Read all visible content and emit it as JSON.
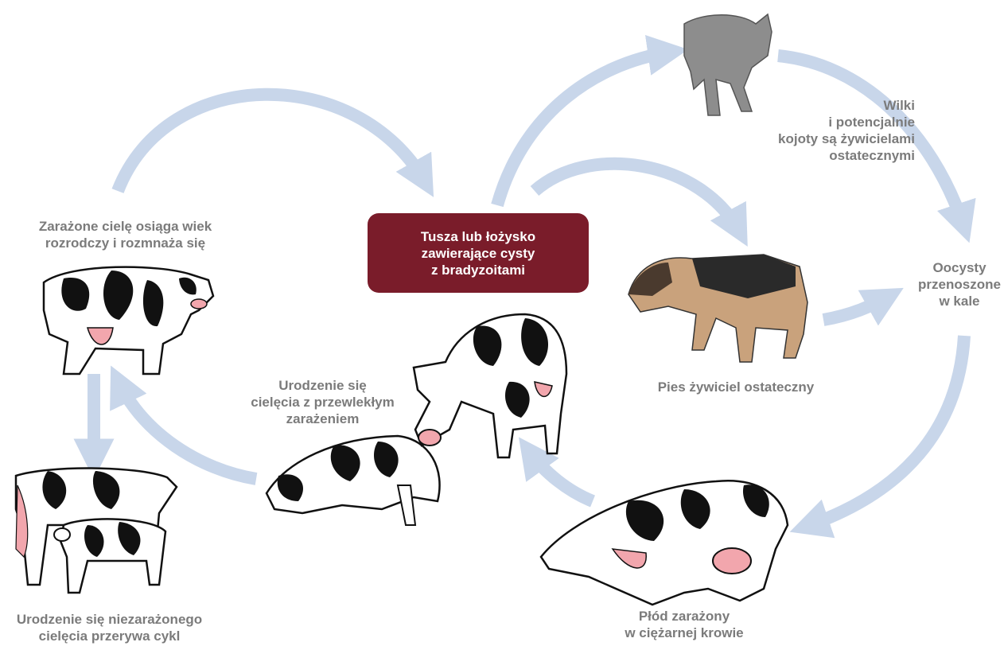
{
  "center": [
    "Tusza lub łożysko",
    "zawierające cysty",
    "z bradyzoitami"
  ],
  "labels": {
    "wolf": [
      "Wilki",
      "i potencjalnie",
      "kojoty są żywicielami",
      "ostatecznymi"
    ],
    "oocysts": [
      "Oocysty",
      "przenoszone",
      "w kale"
    ],
    "dog": [
      "Pies żywiciel ostateczny"
    ],
    "fetus": [
      "Płód zarażony",
      "w ciężarnej krowie"
    ],
    "chronic": [
      "Urodzenie się",
      "cielęcia z przewlekłym",
      "zarażeniem"
    ],
    "breed": [
      "Zarażone cielę osiąga wiek",
      "rozrodczy i rozmnaża się"
    ],
    "uninfected": [
      "Urodzenie się niezarażonego",
      "cielęcia przerywa cykl"
    ]
  },
  "colors": {
    "arrow": "#c8d6ea",
    "center_box": "#7a1c2a",
    "label": "#7b7b7b",
    "cow_spot": "#111111",
    "udder": "#f2a6ad",
    "wolf": "#8d8d8d",
    "dog_dark": "#2a2a2a",
    "dog_tan": "#c9a27c"
  }
}
